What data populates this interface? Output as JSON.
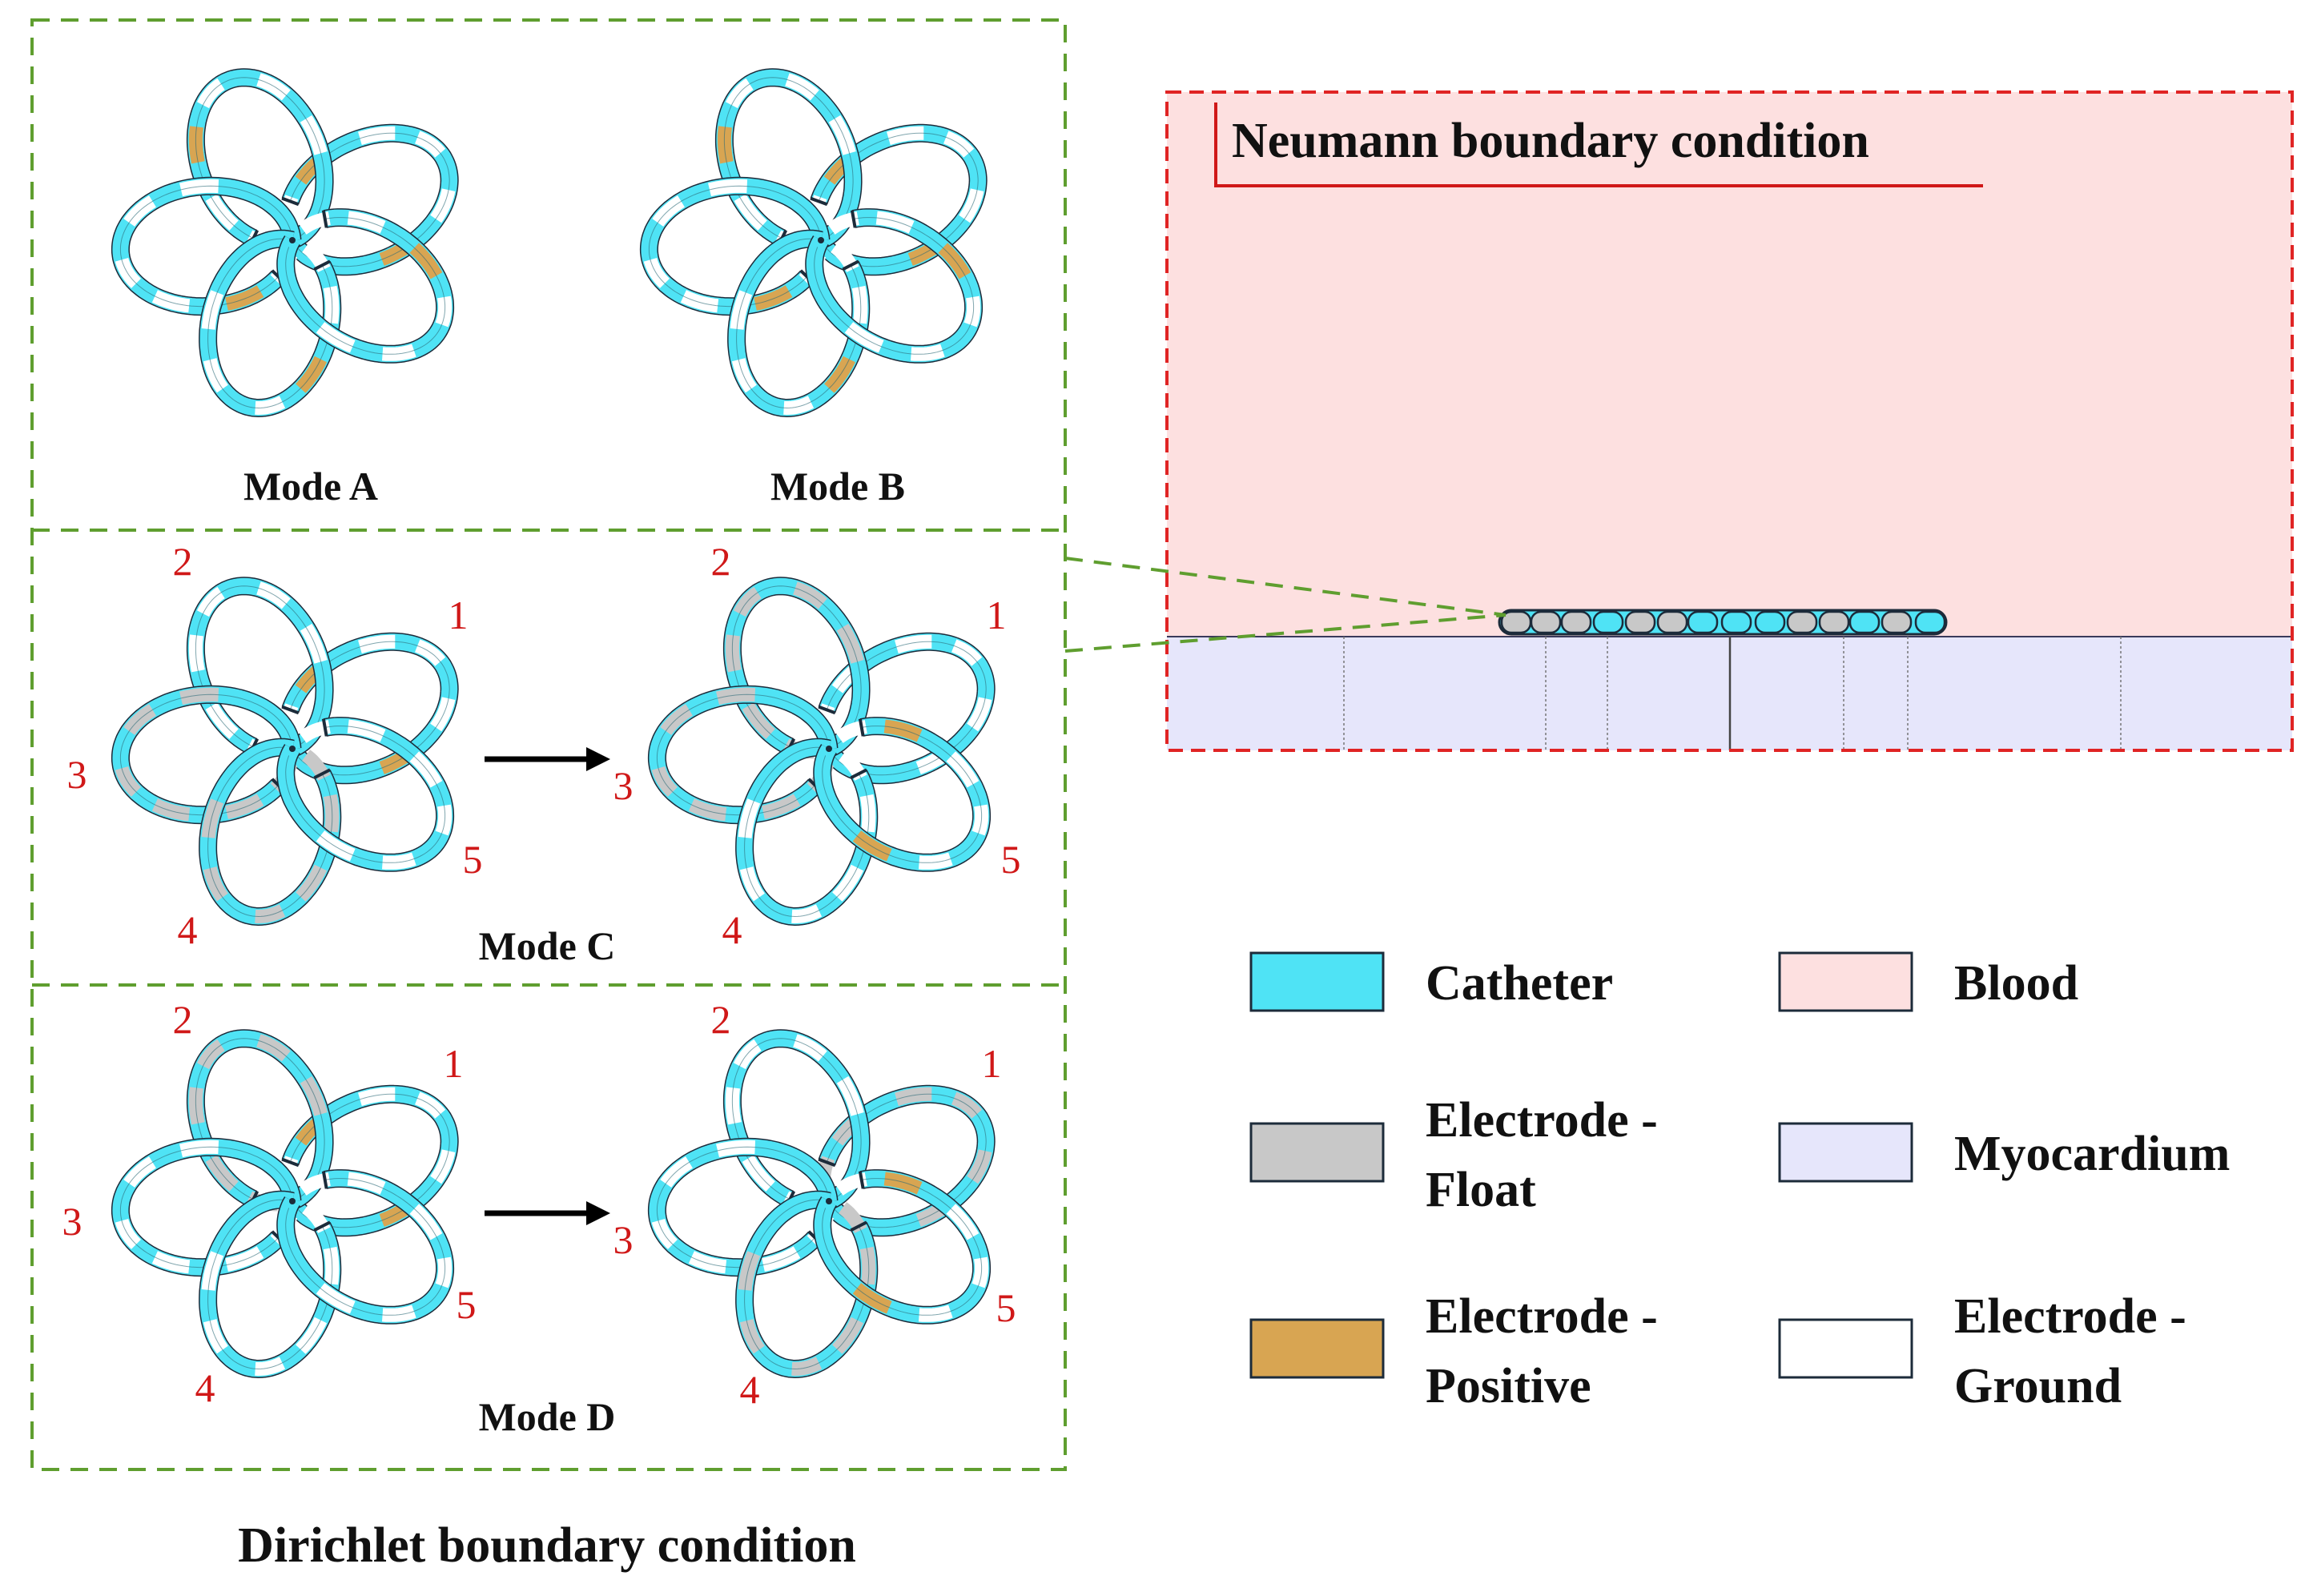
{
  "colors": {
    "catheter": "#4fe3f5",
    "float": "#c8c8c8",
    "positive": "#d8a552",
    "ground": "#ffffff",
    "blood": "#fde0e0",
    "myocardium": "#e6e6fb",
    "dirichlet_border": "#5f9e2f",
    "neumann_border": "#e02424",
    "label_number": "#d01818",
    "outline": "#1c2b3a"
  },
  "modes": {
    "A": "Mode A",
    "B": "Mode B",
    "C": "Mode C",
    "D": "Mode D"
  },
  "spline_numbers": [
    "1",
    "2",
    "3",
    "4",
    "5"
  ],
  "electrode_patterns": {
    "A": [
      [
        "P",
        "G",
        "G",
        "G",
        "P",
        "G"
      ],
      [
        "G",
        "G",
        "G",
        "P",
        "G",
        "G"
      ],
      [
        "G",
        "G",
        "G",
        "G",
        "P",
        "G"
      ],
      [
        "G",
        "G",
        "G",
        "P",
        "G",
        "G"
      ],
      [
        "G",
        "G",
        "G",
        "P",
        "G",
        "G"
      ]
    ],
    "B": [
      [
        "P",
        "G",
        "G",
        "G",
        "P",
        "G"
      ],
      [
        "G",
        "G",
        "G",
        "P",
        "G",
        "G"
      ],
      [
        "G",
        "G",
        "G",
        "G",
        "P",
        "G"
      ],
      [
        "G",
        "G",
        "G",
        "P",
        "G",
        "G"
      ],
      [
        "G",
        "G",
        "G",
        "P",
        "G",
        "G"
      ]
    ],
    "C1": [
      [
        "P",
        "G",
        "G",
        "G",
        "P",
        "G"
      ],
      [
        "G",
        "G",
        "G",
        "G",
        "G",
        "G"
      ],
      [
        "F",
        "F",
        "F",
        "F",
        "F",
        "F"
      ],
      [
        "F",
        "F",
        "F",
        "F",
        "F",
        "F"
      ],
      [
        "G",
        "G",
        "G",
        "G",
        "G",
        "G"
      ]
    ],
    "C2": [
      [
        "G",
        "G",
        "G",
        "G",
        "G",
        "G"
      ],
      [
        "F",
        "F",
        "F",
        "F",
        "F",
        "F"
      ],
      [
        "F",
        "F",
        "F",
        "F",
        "F",
        "F"
      ],
      [
        "G",
        "G",
        "G",
        "G",
        "G",
        "G"
      ],
      [
        "P",
        "G",
        "G",
        "G",
        "P",
        "G"
      ]
    ],
    "D1": [
      [
        "P",
        "G",
        "G",
        "G",
        "P",
        "G"
      ],
      [
        "F",
        "F",
        "F",
        "F",
        "F",
        "F"
      ],
      [
        "G",
        "G",
        "G",
        "G",
        "G",
        "G"
      ],
      [
        "G",
        "G",
        "G",
        "G",
        "G",
        "G"
      ],
      [
        "G",
        "G",
        "G",
        "G",
        "G",
        "G"
      ]
    ],
    "D2": [
      [
        "F",
        "F",
        "F",
        "F",
        "F",
        "F"
      ],
      [
        "G",
        "G",
        "G",
        "G",
        "G",
        "G"
      ],
      [
        "G",
        "G",
        "G",
        "G",
        "G",
        "G"
      ],
      [
        "F",
        "F",
        "F",
        "F",
        "F",
        "F"
      ],
      [
        "P",
        "G",
        "G",
        "G",
        "P",
        "G"
      ]
    ]
  },
  "neumann_label": "Neumann boundary condition",
  "dirichlet_label": "Dirichlet boundary condition",
  "legend": [
    {
      "key": "catheter",
      "line1": "Catheter",
      "line2": ""
    },
    {
      "key": "blood",
      "line1": "Blood",
      "line2": ""
    },
    {
      "key": "float",
      "line1": "Electrode -",
      "line2": "Float"
    },
    {
      "key": "myocardium",
      "line1": "Myocardium",
      "line2": ""
    },
    {
      "key": "positive",
      "line1": "Electrode -",
      "line2": "Positive"
    },
    {
      "key": "ground",
      "line1": "Electrode -",
      "line2": "Ground"
    }
  ]
}
